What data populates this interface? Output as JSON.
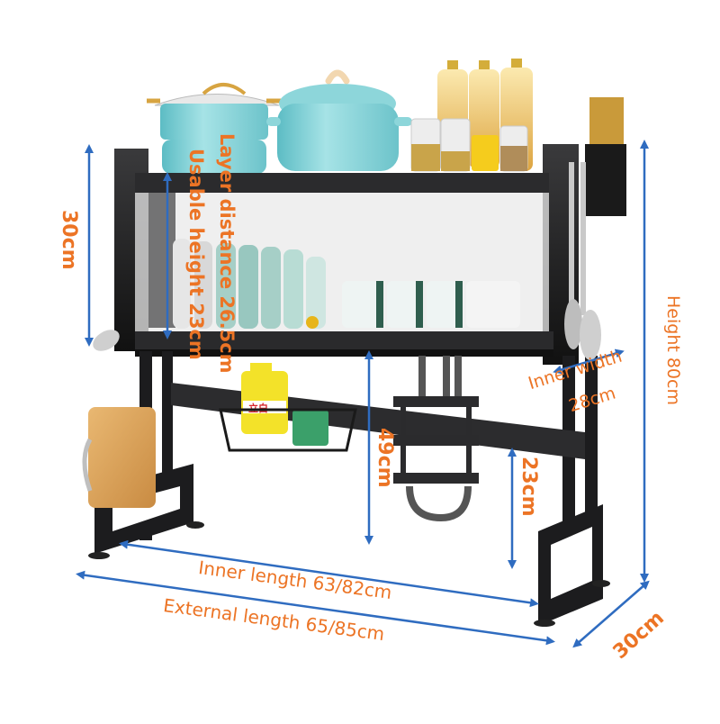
{
  "product": {
    "name": "Over-sink dish drying rack",
    "colors": {
      "label_text": "#ec7425",
      "dimension_arrow": "#2f6cc0",
      "frame": "#1c1c1e",
      "pot": "#7fd0d6",
      "handle_gold": "#d7a441",
      "board": "#d9a25e",
      "detergent": "#f5e23a"
    }
  },
  "dimensions": {
    "left_height": "30cm",
    "layer_distance": "Layer distance 26.5cm",
    "usable_height": "Usable height 23cm",
    "under_height": "49cm",
    "side_clearance": "23cm",
    "inner_width": [
      "Inner width",
      "28cm"
    ],
    "total_height": "Height 80cm",
    "inner_length": "Inner length 63/82cm",
    "external_length": "External length 65/85cm",
    "depth": "30cm"
  },
  "items": {
    "top_shelf": [
      "pot-with-lid",
      "casserole-pot",
      "oil-bottles",
      "spice-jars"
    ],
    "middle_shelf": [
      "plates",
      "bowls"
    ],
    "accessories": [
      "chopstick-holder",
      "hanging-utensils",
      "basket-with-detergent",
      "knife-holder",
      "cutting-board"
    ],
    "detergent_label": "立白"
  }
}
